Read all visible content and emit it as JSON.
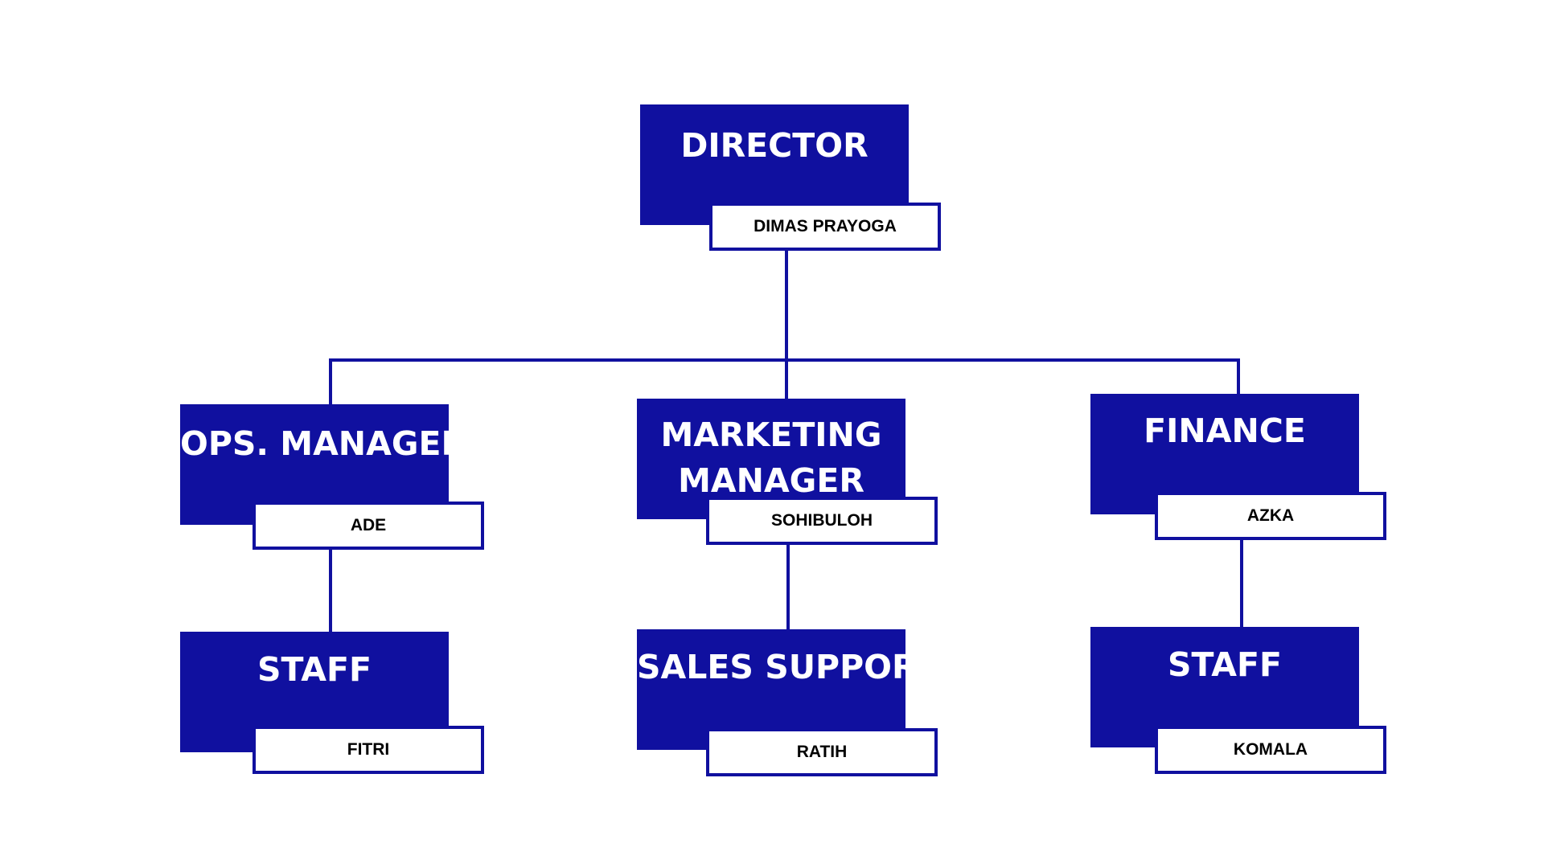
{
  "org_chart": {
    "director": {
      "title": "DIRECTOR",
      "name": "DIMAS PRAYOGA"
    },
    "ops_manager": {
      "title": "OPS. MANAGER",
      "name": "ADE"
    },
    "marketing_manager": {
      "title_line1": "MARKETING",
      "title_line2": "MANAGER",
      "name": "SOHIBULOH"
    },
    "finance": {
      "title": "FINANCE",
      "name": "AZKA"
    },
    "ops_staff": {
      "title": "STAFF",
      "name": "FITRI"
    },
    "sales_support": {
      "title": "SALES SUPPORT",
      "name": "RATIH"
    },
    "finance_staff": {
      "title": "STAFF",
      "name": "KOMALA"
    }
  },
  "colors": {
    "box_fill": "#10109f",
    "title_text": "#ffffff",
    "name_text": "#000000",
    "background": "#ffffff"
  }
}
